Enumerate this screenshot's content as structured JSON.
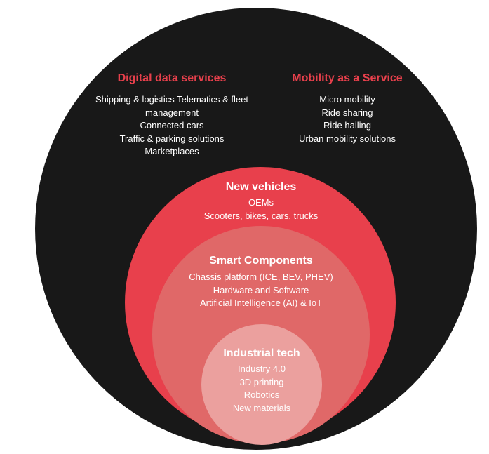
{
  "rings": {
    "outer": {
      "color": "#181818"
    },
    "new_vehicles": {
      "color": "#e8404c"
    },
    "smart_components": {
      "color": "#e06868"
    },
    "industrial_tech": {
      "color": "#eba09e"
    }
  },
  "accent_color": "#e8404c",
  "digital": {
    "title": "Digital data services",
    "items": [
      "Shipping & logistics Telematics & fleet",
      "management",
      "Connected cars",
      "Traffic & parking solutions",
      "Marketplaces"
    ]
  },
  "maas": {
    "title": "Mobility as a Service",
    "items": [
      "Micro mobility",
      "Ride sharing",
      "Ride hailing",
      "Urban mobility solutions"
    ]
  },
  "new_vehicles": {
    "title": "New vehicles",
    "items": [
      "OEMs",
      "Scooters, bikes, cars, trucks"
    ]
  },
  "smart_components": {
    "title": "Smart Components",
    "items": [
      "Chassis platform (ICE, BEV, PHEV)",
      "Hardware and Software",
      "Artificial Intelligence (AI) & IoT"
    ]
  },
  "industrial_tech": {
    "title": "Industrial tech",
    "items": [
      "Industry 4.0",
      "3D printing",
      "Robotics",
      "New materials"
    ]
  }
}
